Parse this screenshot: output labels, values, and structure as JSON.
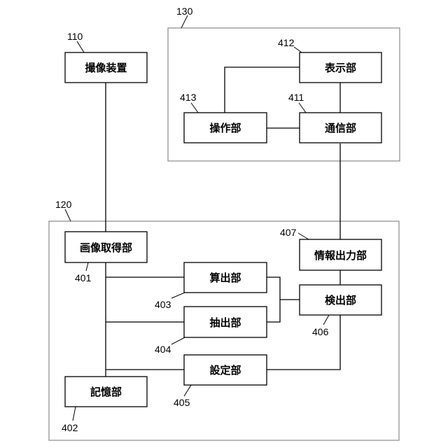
{
  "labels": {
    "imaging_device": "撮像装置",
    "display_unit": "表示部",
    "operation_unit": "操作部",
    "comm_unit": "通信部",
    "image_acq_unit": "画像取得部",
    "info_output_unit": "情報出力部",
    "calc_unit": "算出部",
    "extract_unit": "抽出部",
    "detect_unit": "検出部",
    "setting_unit": "設定部",
    "storage_unit": "記憶部"
  },
  "refs": {
    "r110": "110",
    "r130": "130",
    "r120": "120",
    "r412": "412",
    "r413": "413",
    "r411": "411",
    "r407": "407",
    "r401": "401",
    "r403": "403",
    "r404": "404",
    "r406": "406",
    "r405": "405",
    "r402": "402"
  }
}
